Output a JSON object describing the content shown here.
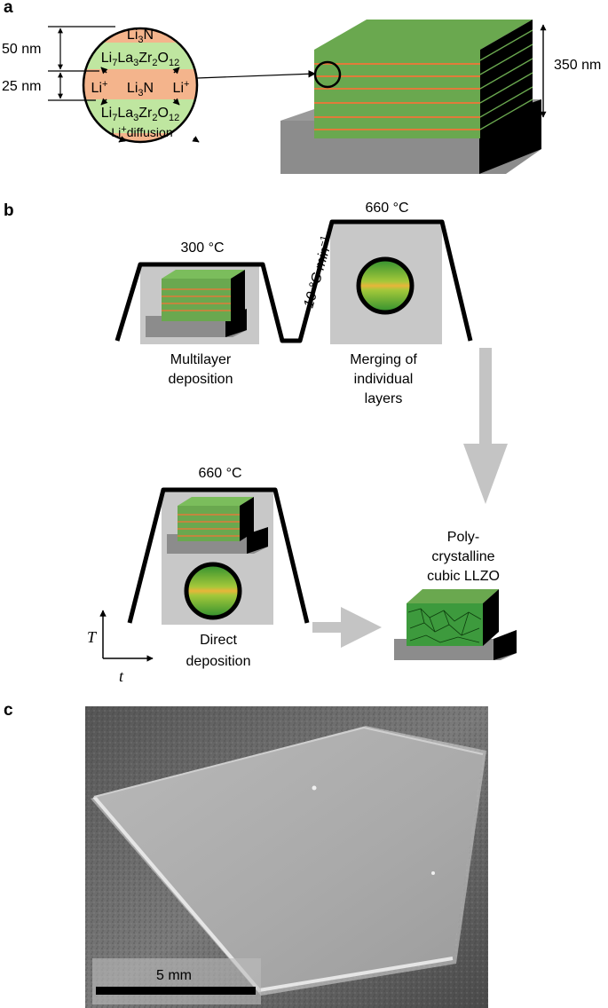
{
  "panels": {
    "a": {
      "letter": "a",
      "dim_top": "50 nm",
      "dim_bottom": "25 nm",
      "stack_height": "350 nm",
      "layer_li3n": {
        "base": "Li",
        "sub": "3",
        "rest": "N"
      },
      "layer_llzo": {
        "p1": "Li",
        "s1": "7",
        "p2": "La",
        "s2": "3",
        "p3": "Zr",
        "s3": "2",
        "p4": "O",
        "s4": "12"
      },
      "li_ion": {
        "base": "Li",
        "sup": "+"
      },
      "li_diffusion": {
        "base": "Li",
        "sup": "+",
        "rest": "diffusion"
      }
    },
    "b": {
      "letter": "b",
      "temp_low": "300 °C",
      "temp_high": "660 °C",
      "ramp_rate": "10 °C min",
      "ramp_exp": "−1",
      "step1_line1": "Multilayer",
      "step1_line2": "deposition",
      "step2_line1": "Merging of",
      "step2_line2": "individual",
      "step2_line3": "layers",
      "temp_direct": "660 °C",
      "step3_line1": "Direct",
      "step3_line2": "deposition",
      "result_line1": "Poly-",
      "result_line2": "crystalline",
      "result_line3": "cubic LLZO",
      "axis_y": "T",
      "axis_x": "t"
    },
    "c": {
      "letter": "c",
      "scale_bar": "5 mm"
    }
  },
  "colors": {
    "li3n_layer": "#f4b48c",
    "llzo_layer": "#bfe6a0",
    "stack_top": "#6aa84f",
    "stack_stripe": "#e07b3a",
    "substrate": "#8c8c8c",
    "box_gray": "#c8c8c8",
    "arrow_gray": "#c4c4c4"
  }
}
